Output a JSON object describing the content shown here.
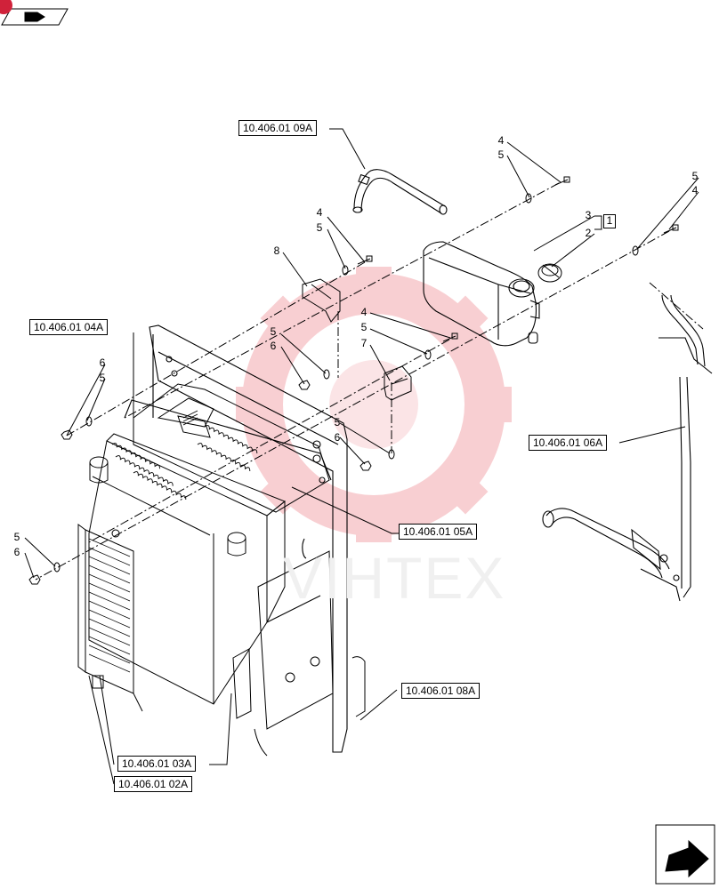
{
  "refs": {
    "r09A": "10.406.01 09A",
    "r04A": "10.406.01 04A",
    "r06A": "10.406.01 06A",
    "r05A": "10.406.01 05A",
    "r08A": "10.406.01 08A",
    "r03A": "10.406.01 03A",
    "r02A": "10.406.01 02A"
  },
  "callouts": {
    "c1": "4",
    "c2": "5",
    "c3": "3",
    "c4": "2",
    "c5": "1",
    "c6": "5",
    "c7": "4",
    "c8": "4",
    "c9": "5",
    "c10": "8",
    "c11": "4",
    "c12": "5",
    "c13": "7",
    "c14": "5",
    "c15": "6",
    "c16": "6",
    "c17": "5",
    "c18": "5",
    "c19": "6",
    "c20": "5",
    "c21": "6"
  },
  "watermark": "VIHTEX",
  "icons": {
    "prev": "page-back-icon",
    "next": "page-forward-icon"
  },
  "colors": {
    "line": "#000000",
    "watermark_gear": "#f4b9bd",
    "watermark_text": "#ececec",
    "badge": "#d0223a"
  }
}
